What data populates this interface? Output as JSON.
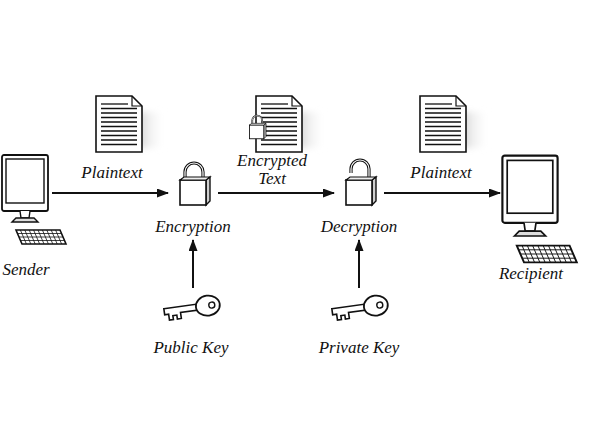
{
  "diagram": {
    "nodes": [
      {
        "text": [
          "Sender"
        ]
      },
      {
        "text": [
          "Encryption"
        ]
      },
      {
        "text": [
          "Decryption"
        ]
      },
      {
        "text": [
          "Recipient"
        ]
      },
      {
        "text": [
          "Public Key"
        ]
      },
      {
        "text": [
          "Private Key"
        ]
      }
    ],
    "edges": [
      {
        "from": 0,
        "to": 1,
        "label": "Plaintext",
        "arrow": "to"
      },
      {
        "from": 1,
        "to": 2,
        "label": "Encrypted Text",
        "arrow": "to"
      },
      {
        "from": 2,
        "to": 3,
        "label": "Plaintext",
        "arrow": "to"
      },
      {
        "from": 4,
        "to": 1,
        "arrow": "to"
      },
      {
        "from": 5,
        "to": 2,
        "arrow": "to"
      }
    ]
  }
}
